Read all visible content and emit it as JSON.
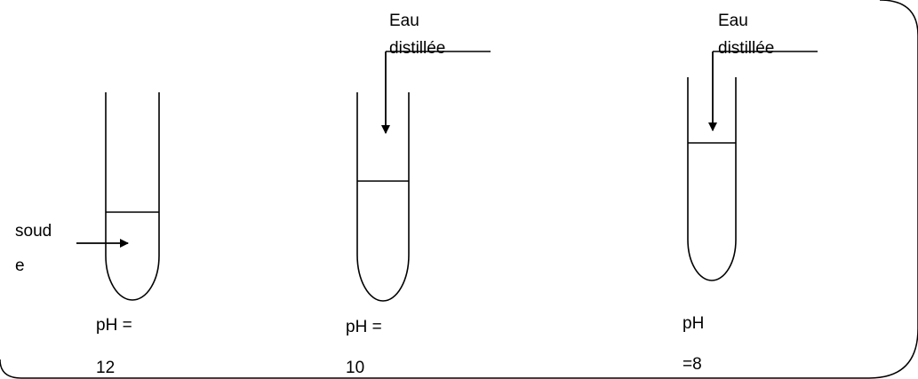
{
  "colors": {
    "stroke": "#000000",
    "background": "#ffffff"
  },
  "tube1": {
    "reagent_line1": "soud",
    "reagent_line2": "e",
    "ph_line1": "pH =",
    "ph_line2": "12"
  },
  "tube2": {
    "water_line1": "Eau",
    "water_line2": "distillée",
    "ph_line1": "pH =",
    "ph_line2": "10"
  },
  "tube3": {
    "water_line1": "Eau",
    "water_line2": "distillée",
    "ph_line1": "pH",
    "ph_line2": "=8"
  }
}
